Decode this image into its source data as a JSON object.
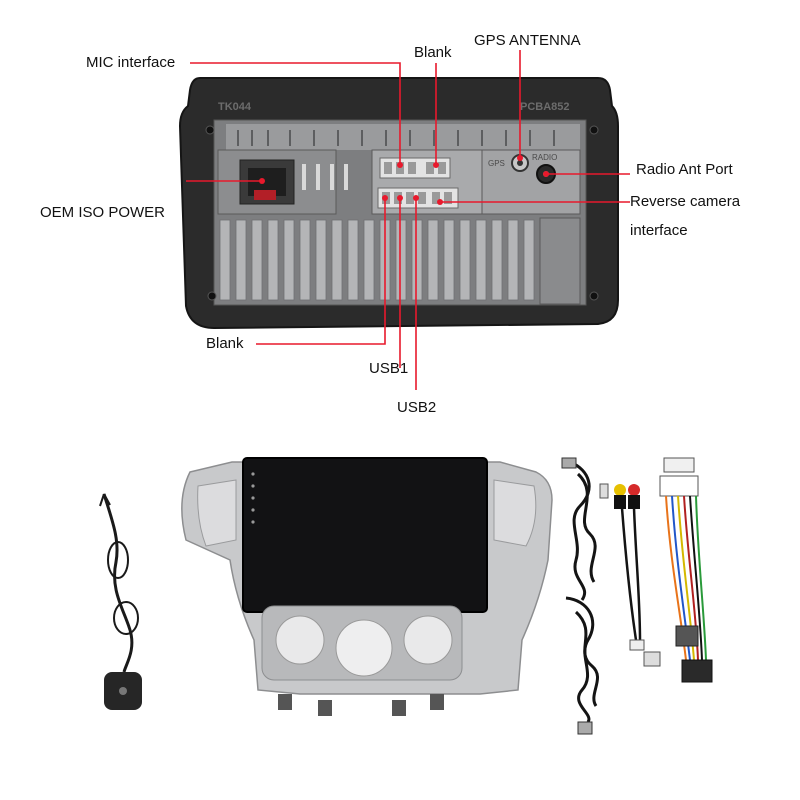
{
  "colors": {
    "accent_line": "#e8192c",
    "unit_body": "#2b2b2b",
    "heatsink": "#8f9091",
    "bezel": "#c8c9cb",
    "screen": "#121214"
  },
  "labels": {
    "mic": "MIC interface",
    "blank_top": "Blank",
    "gps": "GPS ANTENNA",
    "radio": "Radio Ant Port",
    "oem": "OEM ISO POWER",
    "reverse_1": "Reverse camera",
    "reverse_2": "interface",
    "blank_bottom": "Blank",
    "usb1": "USB1",
    "usb2": "USB2"
  },
  "unit_markings": {
    "model_left": "TK044",
    "model_right": "PCBA852",
    "gps_port": "GPS",
    "radio_port": "RADIO"
  },
  "accessories": [
    {
      "name": "gps-antenna",
      "icon": "gps-antenna-icon"
    },
    {
      "name": "head-unit-with-frame",
      "icon": "head-unit-icon"
    },
    {
      "name": "usb-cables",
      "icon": "usb-cable-icon"
    },
    {
      "name": "rca-cable",
      "icon": "rca-cable-icon"
    },
    {
      "name": "power-harness",
      "icon": "wiring-harness-icon"
    }
  ]
}
